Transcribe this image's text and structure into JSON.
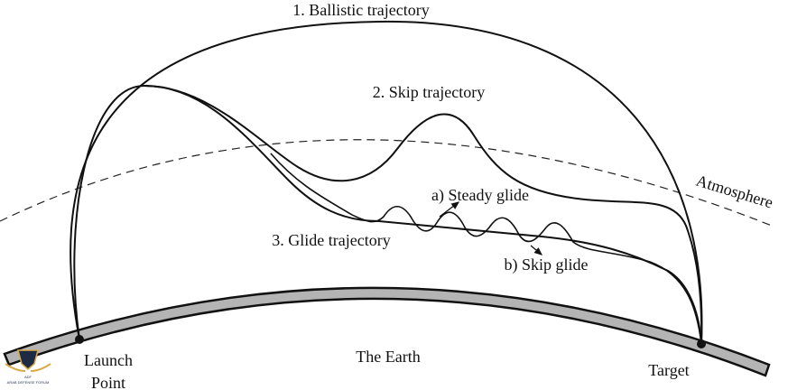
{
  "labels": {
    "ballistic": "1. Ballistic trajectory",
    "skip": "2. Skip trajectory",
    "steady_glide": "a) Steady glide",
    "glide": "3. Glide trajectory",
    "skip_glide": "b) Skip glide",
    "atmosphere": "Atmosphere",
    "earth": "The Earth",
    "launch_line1": "Launch",
    "launch_line2": "Point",
    "target": "Target"
  },
  "watermark": {
    "text": "ARAB DEFENSE FORUM"
  },
  "colors": {
    "earth_fill": "#b4b4b4",
    "line": "#111111",
    "logo_gold": "#d9a94a",
    "logo_navy": "#1e2b44"
  }
}
